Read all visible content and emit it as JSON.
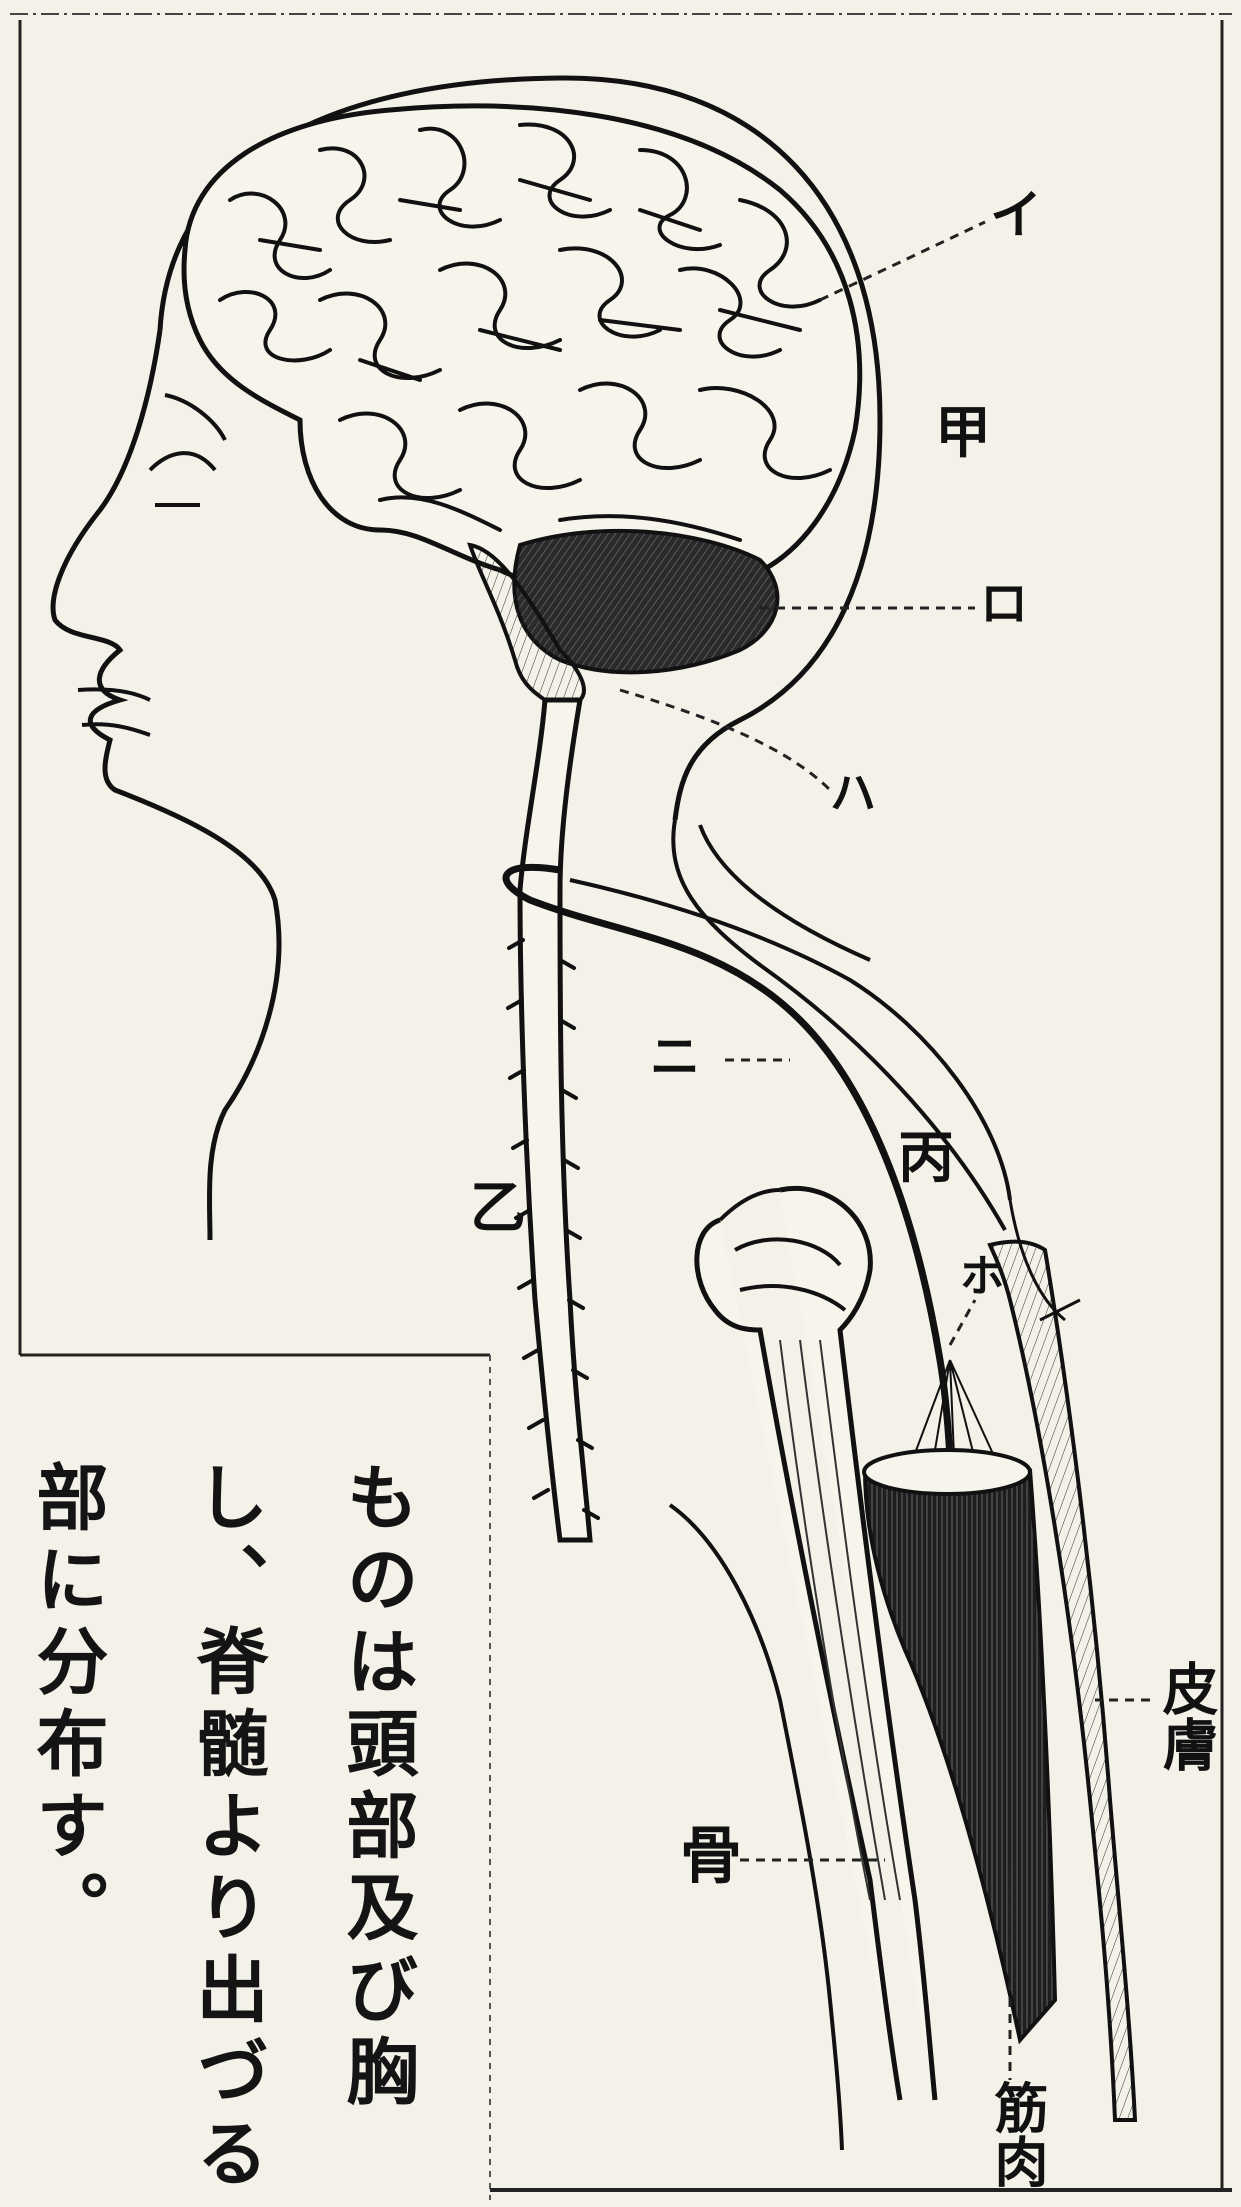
{
  "labels": {
    "i": "イ",
    "ro": "ロ",
    "ha": "ハ",
    "ni": "ニ",
    "ho": "ホ",
    "ko": "甲",
    "otsu": "乙",
    "hei": "丙",
    "skin": "皮膚",
    "bone": "骨",
    "muscle": "筋肉"
  },
  "text_columns": [
    "ものは頭部及び胸",
    "し、脊髄より出づる",
    "部に分布す。"
  ]
}
